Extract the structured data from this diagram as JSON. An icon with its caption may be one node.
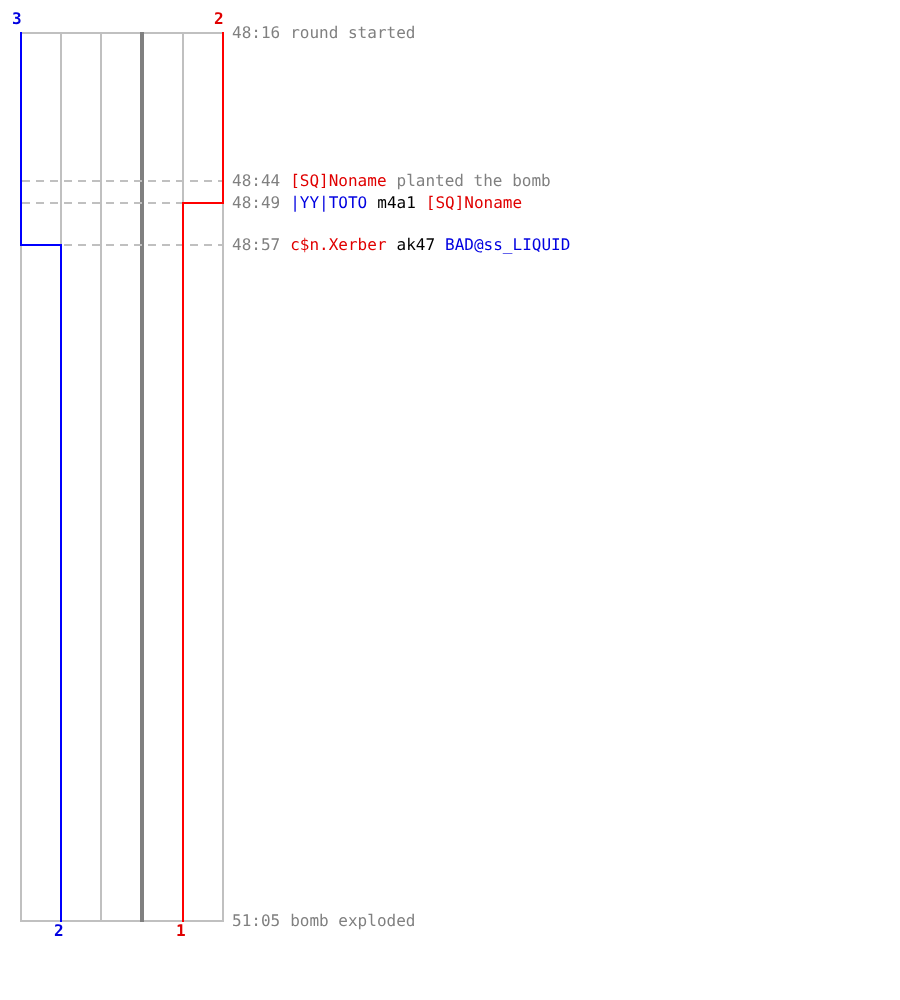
{
  "diagram": {
    "labels": [
      "3",
      "2",
      "48:16",
      "round started",
      "48:44",
      "[SQ]Noname",
      "planted the bomb",
      "48:49",
      "|YY|TOTO",
      "m4a1",
      "[SQ]Noname",
      "48:57",
      "c$n.Xerber",
      "ak47",
      "BAD@ss_LIQUID",
      "51:05",
      "bomb exploded",
      "2",
      "1"
    ]
  }
}
